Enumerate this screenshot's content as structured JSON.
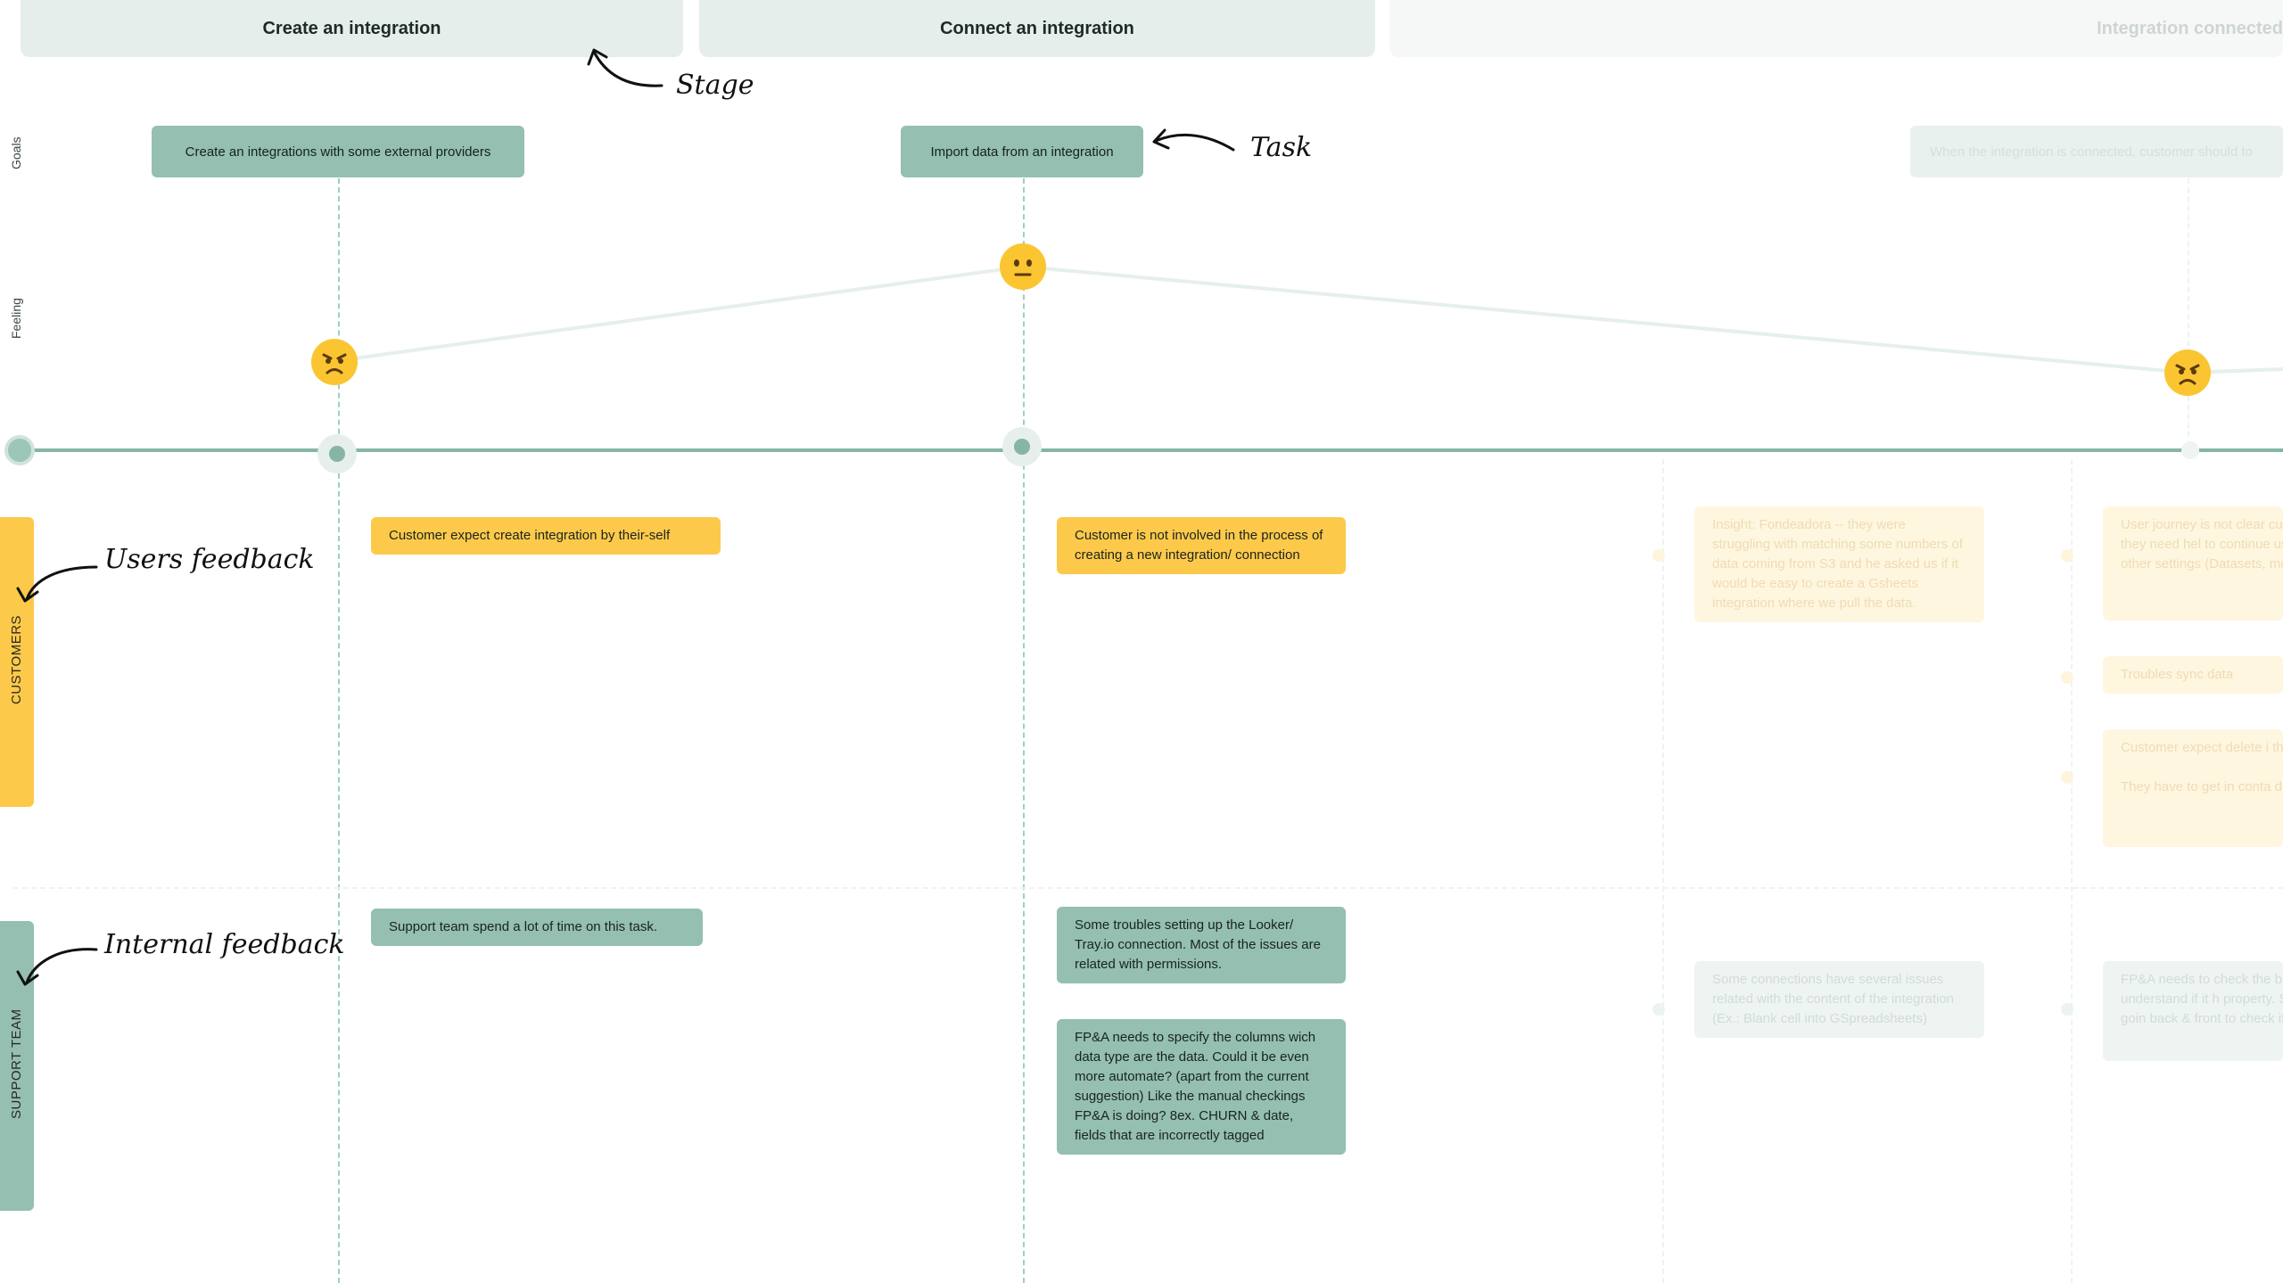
{
  "stages": [
    {
      "label": "Create an integration"
    },
    {
      "label": "Connect an integration"
    },
    {
      "label": "Integration connected"
    }
  ],
  "row_labels": {
    "goals": "Goals",
    "feeling": "Feeling"
  },
  "tasks": [
    {
      "label": "Create an integrations with some external providers"
    },
    {
      "label": "Import data from an integration"
    },
    {
      "label": "When the integration is connected, customer should to"
    }
  ],
  "annotations": {
    "stage": "Stage",
    "task": "Task",
    "users_feedback": "Users feedback",
    "internal_feedback": "Internal feedback"
  },
  "lanes": {
    "customers": "CUSTOMERS",
    "support_team": "SUPPORT TEAM"
  },
  "colors": {
    "stage_bg": "#e6eeeb",
    "task_green": "#94bfb1",
    "timeline": "#86b5a7",
    "customer_yellow": "#fdc94a",
    "emoji_yellow": "#fbc531"
  },
  "feelings": [
    {
      "icon": "angry-face-icon"
    },
    {
      "icon": "neutral-face-icon"
    },
    {
      "icon": "angry-face-icon"
    }
  ],
  "customer_notes": {
    "n1": "Customer expect create integration by their-self",
    "n2": "Customer is not involved in the process of creating a new integration/ connection",
    "n3": "Insight: Fondeadora -- they were struggling with matching some numbers of data coming from S3 and he asked us if it would be easy to create a Gsheets integration where we pull the data.",
    "n4": "User journey is not clear customers, they need hel to continue using integra other settings (Datasets, modules...)",
    "n5": "Troubles sync data",
    "n6": "Customer expect delete i themselves.\n\nThey have to get in conta do it."
  },
  "support_notes": {
    "s1": "Support team spend a lot of time on this task.",
    "s2": "Some troubles setting up the Looker/ Tray.io connection. Most of the issues are related with permissions.",
    "s3": "FP&A needs to specify the columns wich data type are the data. Could it be even more automate? (apart from the current suggestion) Like the manual checkings FP&A is doing? 8ex. CHURN & date, fields that are incorrectly tagged",
    "s4": "Some connections have several issues related with the content of the integration (Ex.: Blank cell into GSpreadsheets)",
    "s5": "FP&A needs to check the back to understand if it h property. So there is goin back & front to check if it"
  }
}
